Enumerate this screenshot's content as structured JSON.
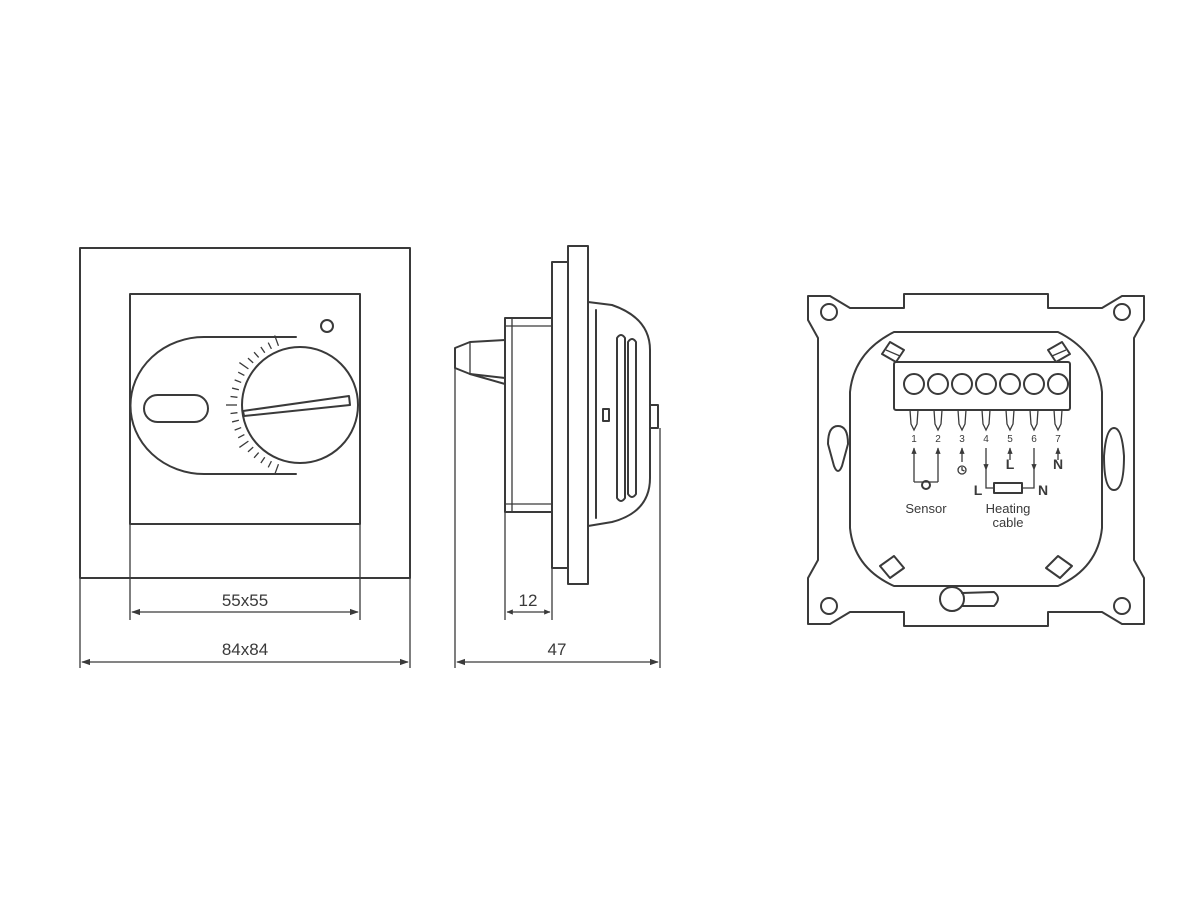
{
  "dimensions": {
    "inner": "55x55",
    "outer": "84x84",
    "mount_depth": "12",
    "total_depth": "47"
  },
  "terminals": {
    "numbers": [
      "1",
      "2",
      "3",
      "4",
      "5",
      "6",
      "7"
    ],
    "live_small": "L",
    "neutral_small": "N",
    "live": "L",
    "neutral": "N",
    "sensor_label": "Sensor",
    "heating_label_line1": "Heating",
    "heating_label_line2": "cable"
  },
  "colors": {
    "stroke": "#3a3a3a",
    "background": "#ffffff"
  },
  "icons": {
    "terminal3": "clock-icon"
  }
}
